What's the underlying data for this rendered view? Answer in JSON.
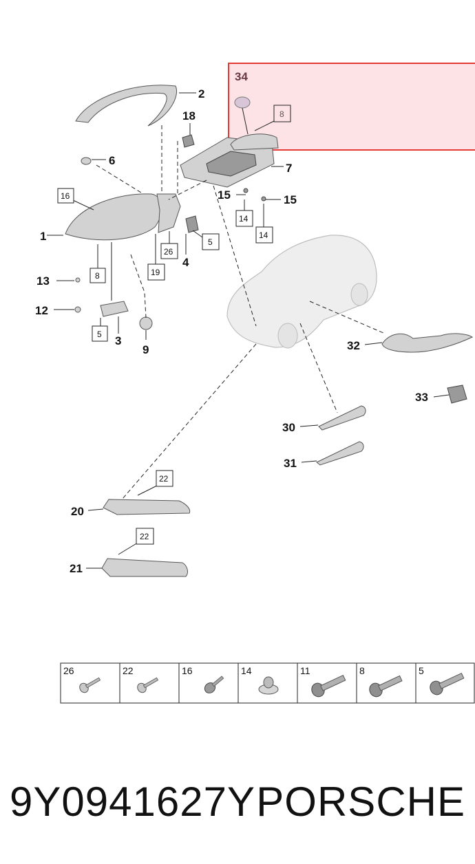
{
  "callouts": [
    {
      "id": "c1",
      "text": "1"
    },
    {
      "id": "c2",
      "text": "2"
    },
    {
      "id": "c3",
      "text": "3"
    },
    {
      "id": "c4",
      "text": "4"
    },
    {
      "id": "c6",
      "text": "6"
    },
    {
      "id": "c7",
      "text": "7"
    },
    {
      "id": "c9",
      "text": "9"
    },
    {
      "id": "c12",
      "text": "12"
    },
    {
      "id": "c13",
      "text": "13"
    },
    {
      "id": "c15a",
      "text": "15"
    },
    {
      "id": "c15b",
      "text": "15"
    },
    {
      "id": "c18",
      "text": "18"
    },
    {
      "id": "c20",
      "text": "20"
    },
    {
      "id": "c21",
      "text": "21"
    },
    {
      "id": "c30",
      "text": "30"
    },
    {
      "id": "c31",
      "text": "31"
    },
    {
      "id": "c32",
      "text": "32"
    },
    {
      "id": "c33",
      "text": "33"
    },
    {
      "id": "c34",
      "text": "34"
    }
  ],
  "boxed_refs": [
    {
      "id": "b16",
      "text": "16"
    },
    {
      "id": "b8a",
      "text": "8"
    },
    {
      "id": "b8b",
      "text": "8"
    },
    {
      "id": "b5a",
      "text": "5"
    },
    {
      "id": "b5b",
      "text": "5"
    },
    {
      "id": "b26",
      "text": "26"
    },
    {
      "id": "b19",
      "text": "19"
    },
    {
      "id": "b14a",
      "text": "14"
    },
    {
      "id": "b14b",
      "text": "14"
    },
    {
      "id": "b22a",
      "text": "22"
    },
    {
      "id": "b22b",
      "text": "22"
    }
  ],
  "screw_legend": [
    "26",
    "22",
    "16",
    "14",
    "11",
    "8",
    "5"
  ],
  "highlight": {
    "part": "34",
    "color": "#ff0000",
    "fill": "#fde3e6"
  },
  "footer": {
    "part_number": "9Y0941627Y",
    "brand": "PORSCHE"
  }
}
